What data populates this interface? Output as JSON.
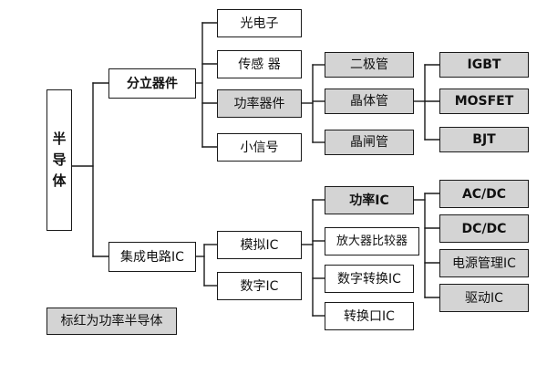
{
  "diagram": {
    "root": [
      "半",
      "导",
      "体"
    ],
    "discrete": {
      "label": "分立器件",
      "highlight": false
    },
    "integrated_circuit": {
      "label": "集成电路IC",
      "highlight": false
    },
    "discrete_children": [
      {
        "label": "光电子",
        "highlight": false
      },
      {
        "label": "传感 器",
        "highlight": false
      },
      {
        "label": "功率器件",
        "highlight": true
      },
      {
        "label": "小信号",
        "highlight": false
      }
    ],
    "power_device_children": [
      {
        "label": "二极管",
        "highlight": true
      },
      {
        "label": "晶体管",
        "highlight": true
      },
      {
        "label": "晶闸管",
        "highlight": true
      }
    ],
    "transistor_children": [
      {
        "label": "IGBT",
        "highlight": true
      },
      {
        "label": "MOSFET",
        "highlight": true
      },
      {
        "label": "BJT",
        "highlight": true
      }
    ],
    "ic_children": [
      {
        "label": "模拟IC",
        "highlight": false
      },
      {
        "label": "数字IC",
        "highlight": false
      }
    ],
    "analog_children": [
      {
        "label": "功率IC",
        "highlight": true
      },
      {
        "label": "放大器比较器",
        "highlight": false
      },
      {
        "label": "数字转换IC",
        "highlight": false
      },
      {
        "label": "转换口IC",
        "highlight": false
      }
    ],
    "power_ic_children": [
      {
        "label": "AC/DC",
        "highlight": true
      },
      {
        "label": "DC/DC",
        "highlight": true
      },
      {
        "label": "电源管理IC",
        "highlight": true
      },
      {
        "label": "驱动IC",
        "highlight": true
      }
    ],
    "legend": {
      "label": "标红为功率半导体",
      "highlight": true
    }
  }
}
